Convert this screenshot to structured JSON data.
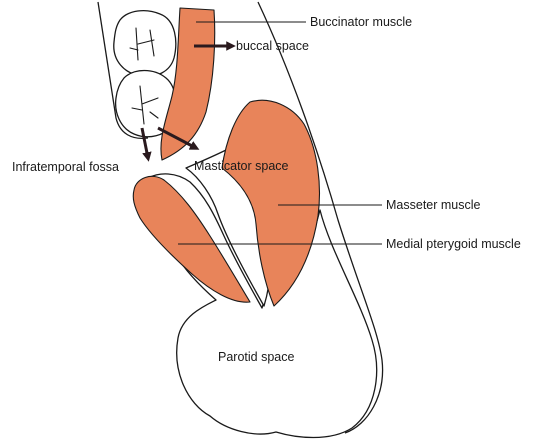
{
  "colors": {
    "muscle_fill": "#E8845A",
    "outline": "#1a1a1a",
    "arrow": "#2a1a1e",
    "background": "#ffffff"
  },
  "labels": {
    "buccinator": "Buccinator muscle",
    "buccal_space": "buccal space",
    "infratemporal_fossa": "Infratemporal fossa",
    "masticator_space": "Masticator space",
    "masseter": "Masseter muscle",
    "medial_pterygoid": "Medial pterygoid muscle",
    "parotid_space": "Parotid space"
  }
}
